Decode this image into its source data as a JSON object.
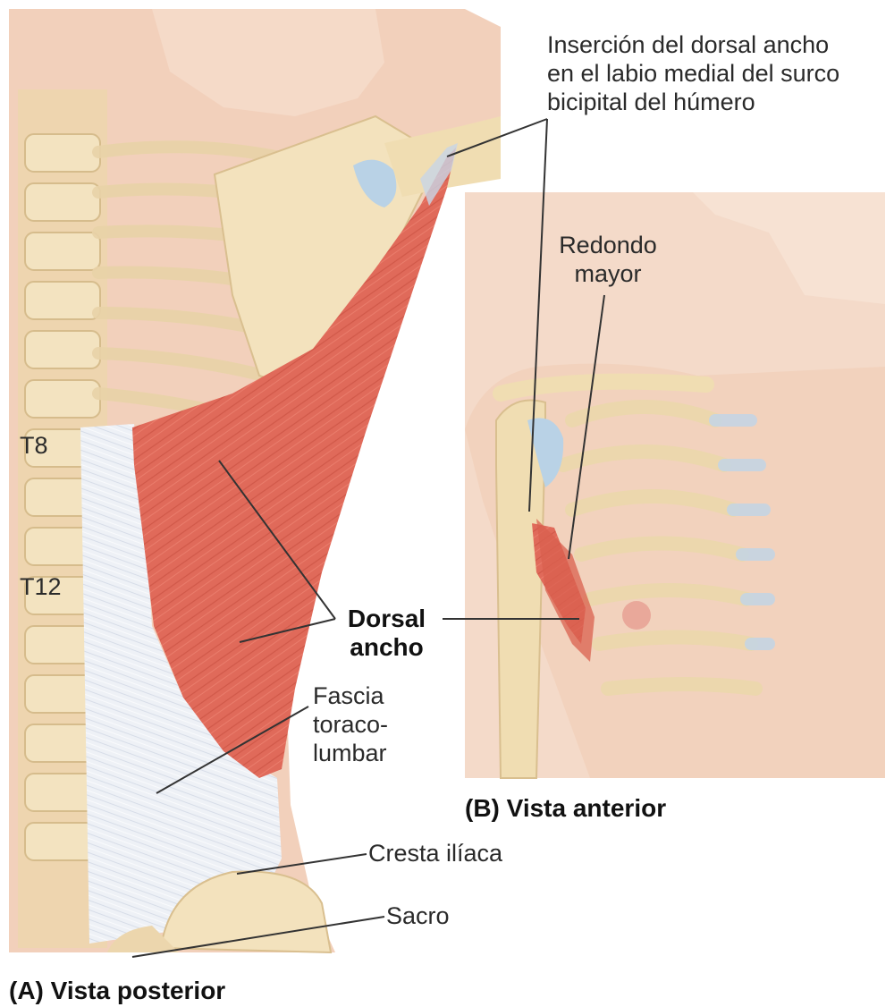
{
  "figure": {
    "labels": {
      "insertion": [
        "Inserción del dorsal ancho",
        "en el labio medial del surco",
        "bicipital del húmero"
      ],
      "teres_major": [
        "Redondo",
        "mayor"
      ],
      "t8": "T8",
      "t12": "T12",
      "latissimus": [
        "Dorsal",
        "ancho"
      ],
      "fascia": [
        "Fascia",
        "toraco-",
        "lumbar"
      ],
      "iliac_crest": "Cresta ilíaca",
      "sacrum": "Sacro",
      "caption_a": "(A) Vista posterior",
      "caption_b": "(B) Vista anterior"
    },
    "colors": {
      "skin": "#f3d2bf",
      "bone": "#f0ddb2",
      "muscle": "#e26e5e",
      "fascia": "#eef1f6",
      "cartilage": "#b9cfe4"
    }
  }
}
